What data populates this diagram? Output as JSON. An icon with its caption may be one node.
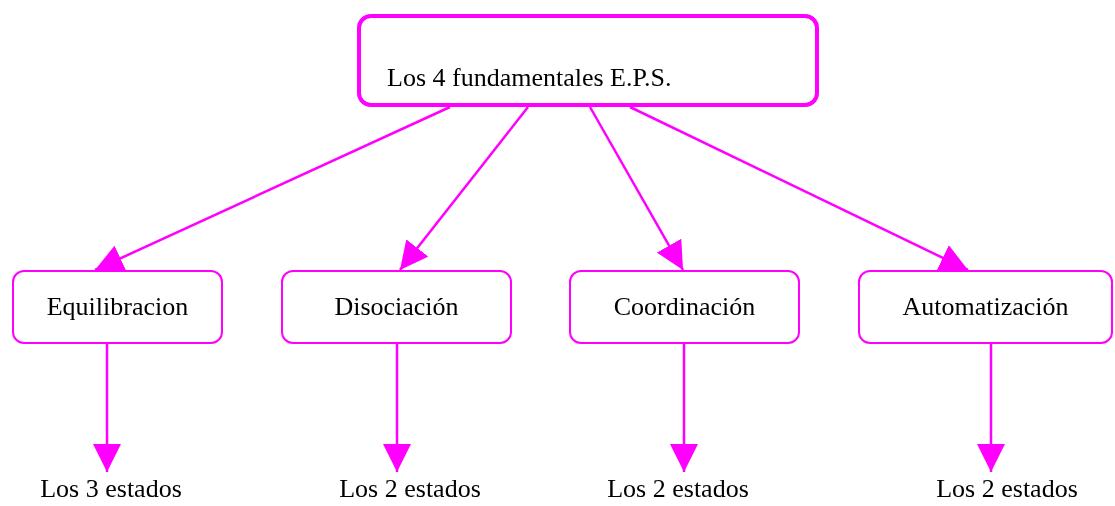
{
  "diagram": {
    "nodes": [
      {
        "text": [
          "Los 4 fundamentales E.P.S."
        ]
      },
      {
        "text": [
          "Equilibracion"
        ]
      },
      {
        "text": [
          "Disociación"
        ]
      },
      {
        "text": [
          "Coordinación"
        ]
      },
      {
        "text": [
          "Automatización"
        ]
      },
      {
        "text": [
          "Los 3 estados"
        ]
      },
      {
        "text": [
          "Los 2 estados"
        ]
      },
      {
        "text": [
          "Los 2 estados"
        ]
      },
      {
        "text": [
          "Los 2 estados"
        ]
      }
    ],
    "edges": [
      {
        "from": 0,
        "to": 1,
        "arrow": "to"
      },
      {
        "from": 0,
        "to": 2,
        "arrow": "to"
      },
      {
        "from": 0,
        "to": 3,
        "arrow": "to"
      },
      {
        "from": 0,
        "to": 4,
        "arrow": "to"
      },
      {
        "from": 1,
        "to": 5,
        "arrow": "to"
      },
      {
        "from": 2,
        "to": 6,
        "arrow": "to"
      },
      {
        "from": 3,
        "to": 7,
        "arrow": "to"
      },
      {
        "from": 4,
        "to": 8,
        "arrow": "to"
      }
    ]
  }
}
